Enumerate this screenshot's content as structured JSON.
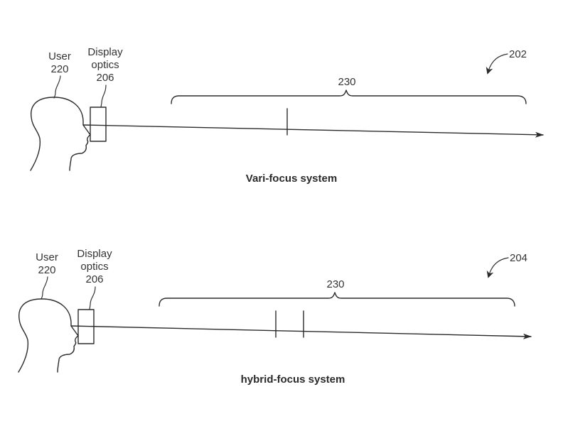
{
  "figures": [
    {
      "ref": "202",
      "caption": "Vari-focus system",
      "user_label": "User",
      "user_ref": "220",
      "optics_label_line1": "Display",
      "optics_label_line2": "optics",
      "optics_ref": "206",
      "range_ref": "230",
      "focal_plane_count": 1
    },
    {
      "ref": "204",
      "caption": "hybrid-focus system",
      "user_label": "User",
      "user_ref": "220",
      "optics_label_line1": "Display",
      "optics_label_line2": "optics",
      "optics_ref": "206",
      "range_ref": "230",
      "focal_plane_count": 2
    }
  ]
}
